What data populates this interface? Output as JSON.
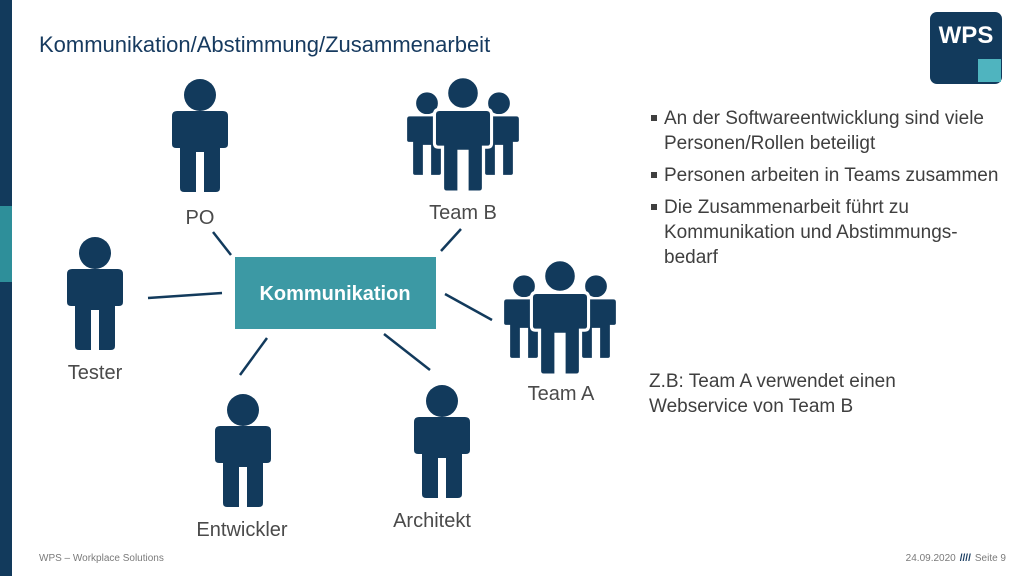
{
  "slide": {
    "title": "Kommunikation/Abstimmung/Zusammenarbeit",
    "logo_text": "WPS"
  },
  "diagram": {
    "hub_label": "Kommunikation",
    "roles": {
      "po": "PO",
      "team_b": "Team B",
      "tester": "Tester",
      "team_a": "Team A",
      "entwickler": "Entwickler",
      "architekt": "Architekt"
    }
  },
  "bullets": [
    "An der Softwareentwicklung sind viele Personen/Rollen beteiligt",
    "Personen arbeiten in Teams zusammen",
    "Die Zusammenarbeit führt zu Kommunikation und Abstimmungs-bedarf"
  ],
  "example_text": "Z.B: Team A verwendet einen Webservice von Team B",
  "footer": {
    "company": "WPS – Workplace Solutions",
    "date": "24.09.2020",
    "separator": "////",
    "page": "Seite 9"
  },
  "colors": {
    "navy": "#123a5c",
    "teal": "#2e8f9a",
    "text": "#3f3f3f"
  },
  "icons": [
    "person-icon",
    "group-icon"
  ]
}
